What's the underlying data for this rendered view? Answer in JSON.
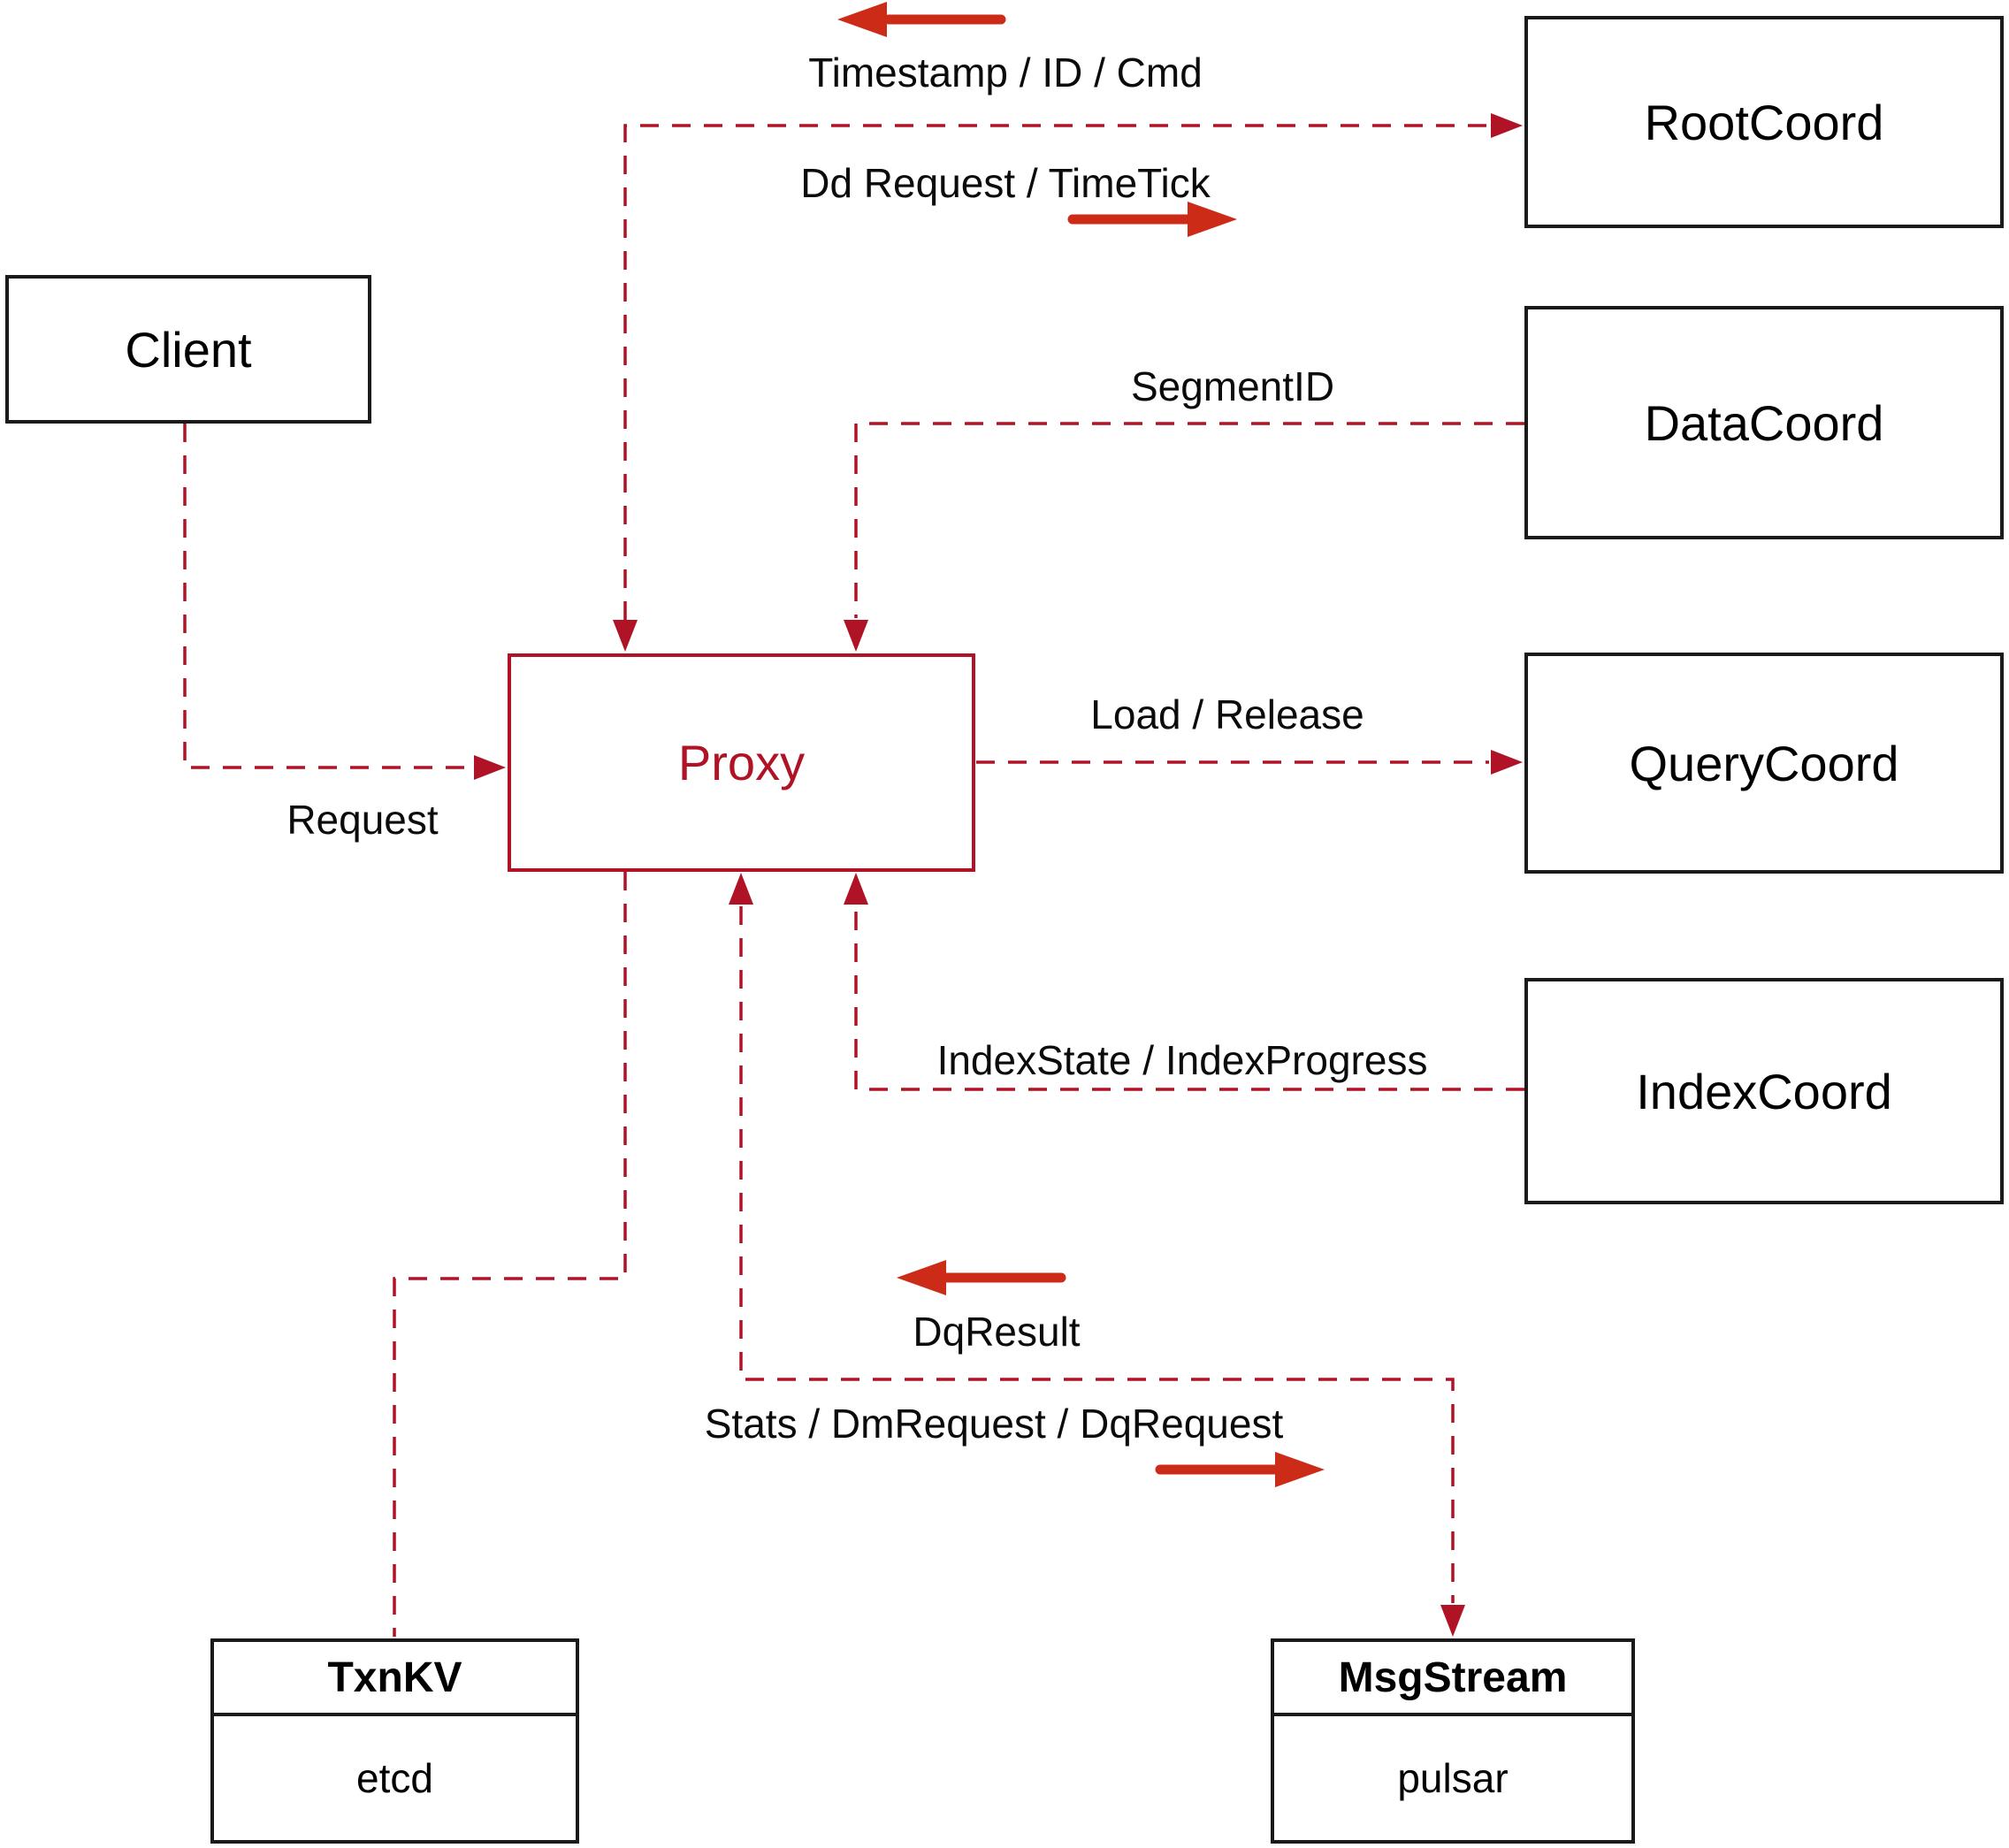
{
  "colors": {
    "line": "#B01226",
    "arrow": "#CC2B18",
    "border": "#1A1A1A",
    "background": "#FFFFFF"
  },
  "nodes": {
    "client": {
      "label": "Client"
    },
    "proxy": {
      "label": "Proxy"
    },
    "root_coord": {
      "label": "RootCoord"
    },
    "data_coord": {
      "label": "DataCoord"
    },
    "query_coord": {
      "label": "QueryCoord"
    },
    "index_coord": {
      "label": "IndexCoord"
    },
    "txn_kv": {
      "label": "TxnKV",
      "sublabel": "etcd"
    },
    "msg_stream": {
      "label": "MsgStream",
      "sublabel": "pulsar"
    }
  },
  "edge_labels": {
    "root_up": "Timestamp / ID / Cmd",
    "root_down": "Dd Request / TimeTick",
    "segment": "SegmentID",
    "query": "Load / Release",
    "index": "IndexState / IndexProgress",
    "request": "Request",
    "dq_result": "DqResult",
    "stats": "Stats / DmRequest / DqRequest"
  },
  "edges": [
    {
      "from": "Proxy",
      "to": "RootCoord",
      "bidirectional": true,
      "labels": [
        "Timestamp / ID / Cmd",
        "Dd Request / TimeTick"
      ]
    },
    {
      "from": "Client",
      "to": "Proxy",
      "bidirectional": false,
      "labels": [
        "Request"
      ]
    },
    {
      "from": "DataCoord",
      "to": "Proxy",
      "bidirectional": false,
      "labels": [
        "SegmentID"
      ]
    },
    {
      "from": "Proxy",
      "to": "QueryCoord",
      "bidirectional": false,
      "labels": [
        "Load / Release"
      ]
    },
    {
      "from": "IndexCoord",
      "to": "Proxy",
      "bidirectional": false,
      "labels": [
        "IndexState / IndexProgress"
      ]
    },
    {
      "from": "Proxy",
      "to": "TxnKV",
      "bidirectional": false,
      "labels": []
    },
    {
      "from": "Proxy",
      "to": "MsgStream",
      "bidirectional": true,
      "labels": [
        "DqResult",
        "Stats / DmRequest / DqRequest"
      ]
    }
  ]
}
